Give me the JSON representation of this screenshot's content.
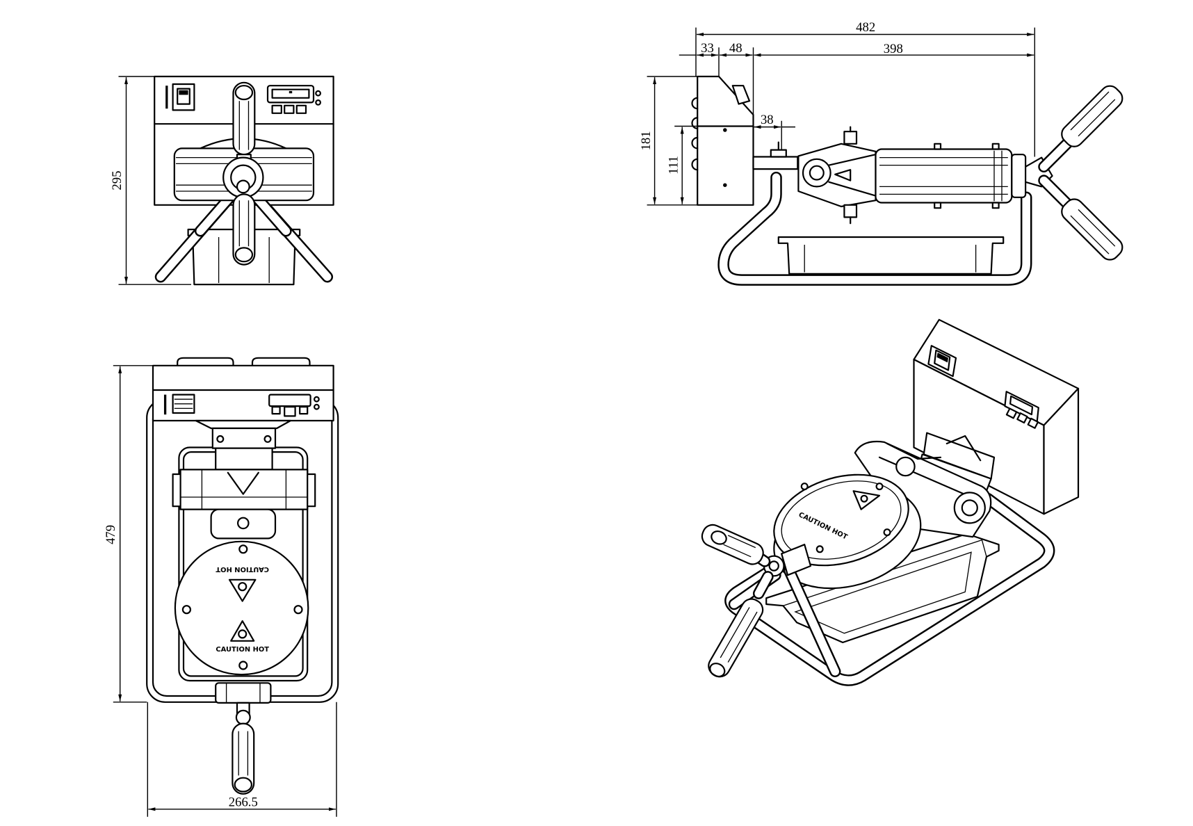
{
  "colors": {
    "line": "#000000",
    "background": "#ffffff"
  },
  "front_view": {
    "height": "295"
  },
  "side_view": {
    "overall_length": "482",
    "panel_depth": "33",
    "panel_slope": "48",
    "iron_length": "398",
    "arm_offset": "38",
    "height": "181",
    "panel_height": "111"
  },
  "top_view": {
    "depth": "479",
    "width": "266.5",
    "plate_label": "CAUTION HOT"
  },
  "iso_view": {
    "plate_label": "CAUTION HOT"
  }
}
